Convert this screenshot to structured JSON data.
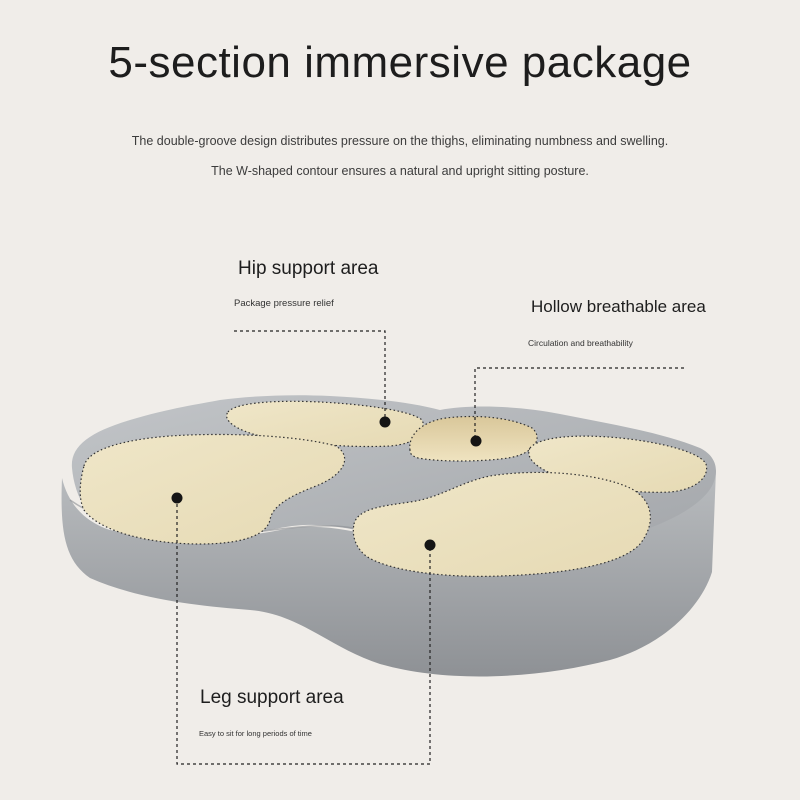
{
  "header": {
    "title": "5-section immersive package",
    "line1": "The double-groove design distributes pressure on the thighs, eliminating numbness and swelling.",
    "line2": "The W-shaped contour ensures a natural and upright sitting posture."
  },
  "callouts": {
    "hip": {
      "title": "Hip support area",
      "desc": "Package pressure relief"
    },
    "hollow": {
      "title": "Hollow breathable area",
      "desc": "Circulation and breathability"
    },
    "leg": {
      "title": "Leg support area",
      "desc": "Easy to sit for long periods of time"
    }
  },
  "colors": {
    "background": "#f0ede9",
    "cushion": "#a4a7ab",
    "pad": "#ece2c2"
  }
}
